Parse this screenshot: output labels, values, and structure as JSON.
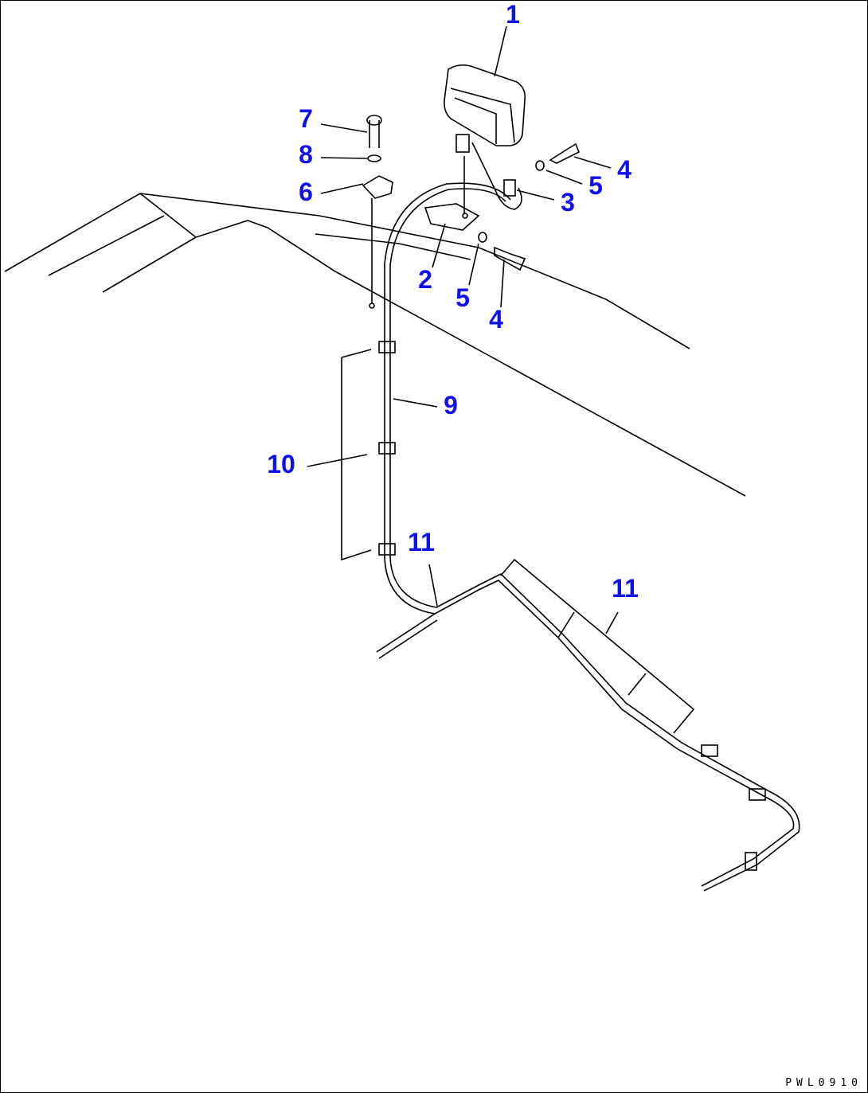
{
  "diagram": {
    "callouts": [
      {
        "id": "1",
        "text": "1"
      },
      {
        "id": "7",
        "text": "7"
      },
      {
        "id": "8",
        "text": "8"
      },
      {
        "id": "6",
        "text": "6"
      },
      {
        "id": "4a",
        "text": "4"
      },
      {
        "id": "5a",
        "text": "5"
      },
      {
        "id": "3",
        "text": "3"
      },
      {
        "id": "2",
        "text": "2"
      },
      {
        "id": "5b",
        "text": "5"
      },
      {
        "id": "4b",
        "text": "4"
      },
      {
        "id": "9",
        "text": "9"
      },
      {
        "id": "10",
        "text": "10"
      },
      {
        "id": "11a",
        "text": "11"
      },
      {
        "id": "11b",
        "text": "11"
      }
    ],
    "drawing_code": "PWL0910",
    "label_color": "#1010ee"
  }
}
